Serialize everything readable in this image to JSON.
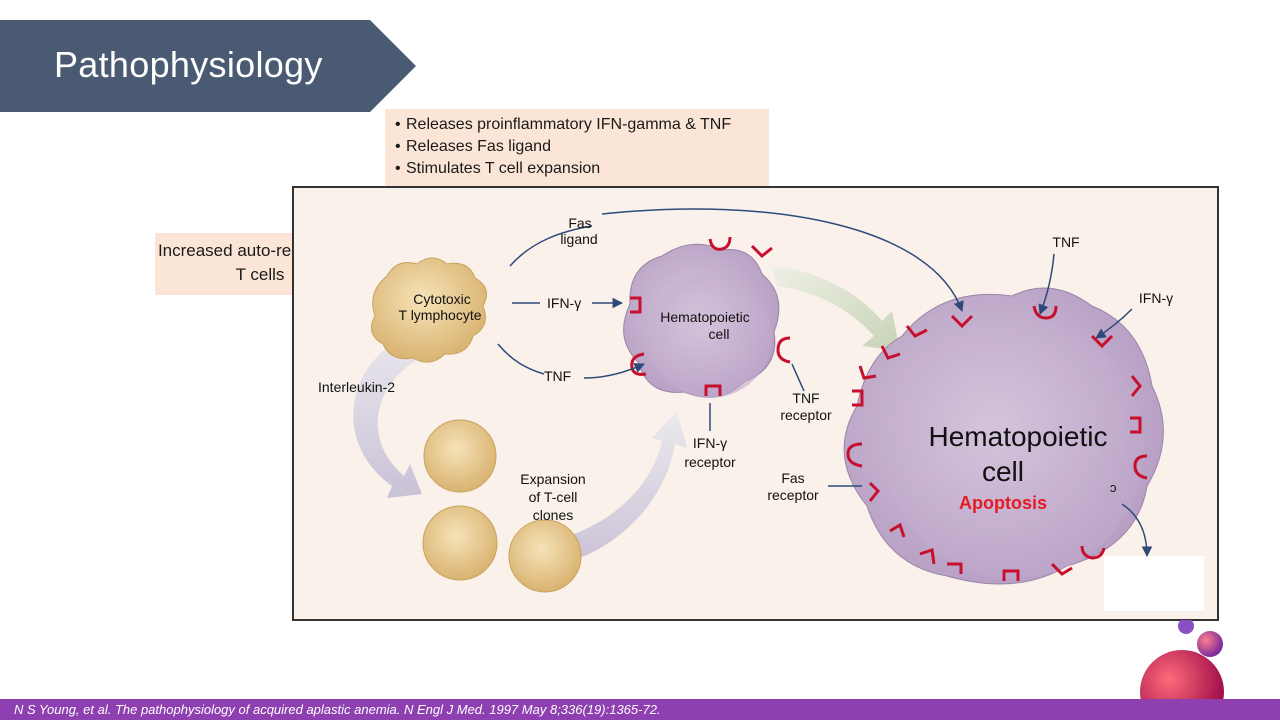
{
  "slide": {
    "title": "Pathophysiology",
    "bullets": [
      "Releases proinflammatory IFN-gamma & TNF",
      "Releases Fas ligand",
      "Stimulates T cell expansion"
    ],
    "side_note": "Increased auto-reactivity of T cells",
    "citation": "N S Young, et al. The pathophysiology of acquired aplastic anemia. N Engl J Med. 1997 May 8;336(19):1365-72."
  },
  "diagram": {
    "cytotoxic_label_1": "Cytotoxic",
    "cytotoxic_label_2": "T lymphocyte",
    "fas_ligand_1": "Fas",
    "fas_ligand_2": "ligand",
    "ifn_arrow_label": "IFN-γ",
    "tnf_arrow_label": "TNF",
    "interleukin": "Interleukin-2",
    "hema_small_1": "Hematopoietic",
    "hema_small_2": "cell",
    "tnf_receptor_1": "TNF",
    "tnf_receptor_2": "receptor",
    "ifn_receptor_1": "IFN-γ",
    "ifn_receptor_2": "receptor",
    "expansion_1": "Expansion",
    "expansion_2": "of T-cell",
    "expansion_3": "clones",
    "fas_receptor_1": "Fas",
    "fas_receptor_2": "receptor",
    "tnf_top": "TNF",
    "ifn_top": "IFN-γ",
    "hema_large_1": "Hematopoietic",
    "hema_large_2": "cell",
    "apoptosis": "Apoptosis"
  },
  "colors": {
    "title_banner": "#4a5a72",
    "note_box": "#fbe5d6",
    "diagram_bg": "#f9f1ea",
    "receptor": "#c8102e",
    "apoptosis": "#e31b23",
    "footer": "#8e3fb0",
    "t_cell": "#e8cc8e",
    "hema_cell": "#c8b3d2"
  }
}
